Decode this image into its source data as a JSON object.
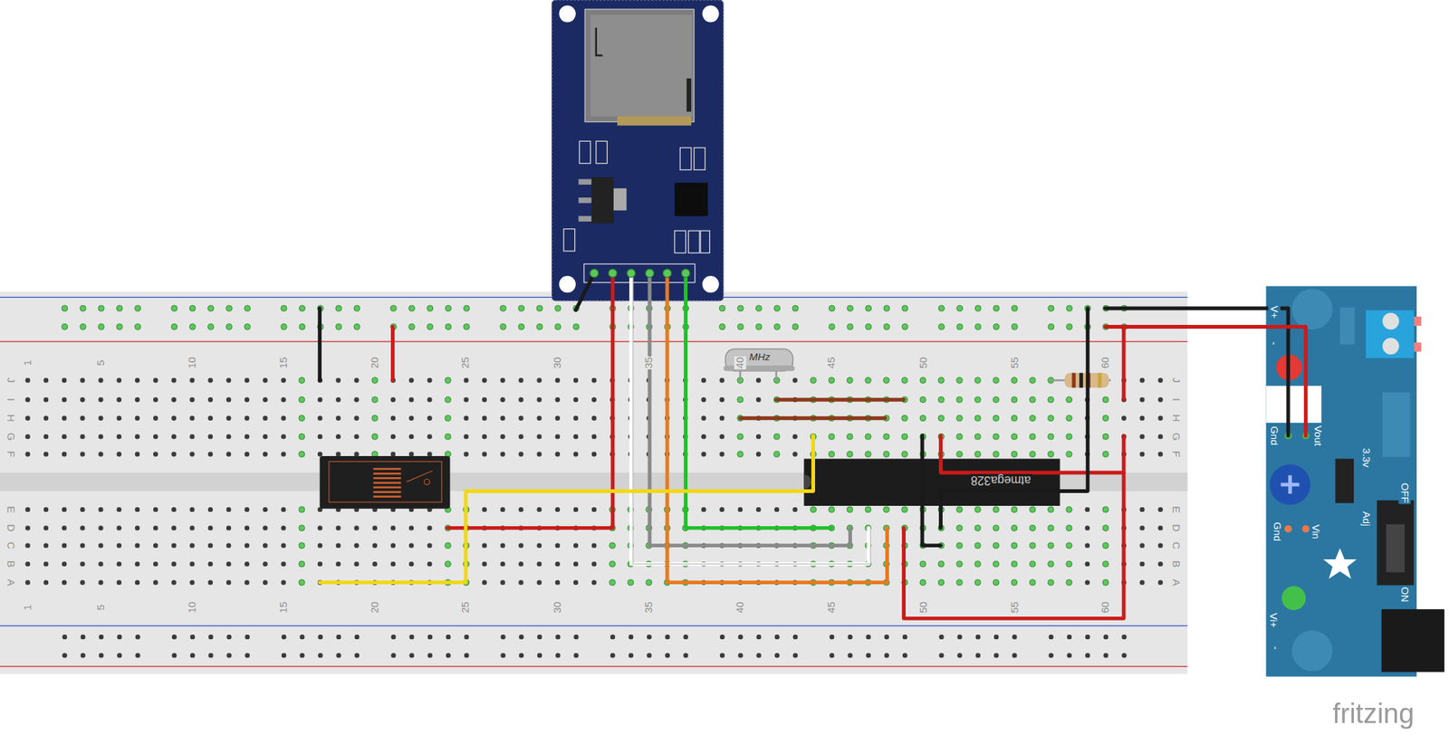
{
  "diagram": {
    "nodes": [
      {
        "text": [
          "1",
          "5",
          "10",
          "15",
          "20",
          "25",
          "30",
          "35",
          "40",
          "45",
          "50",
          "55",
          "60",
          "1",
          "5",
          "10",
          "15",
          "20",
          "25",
          "30",
          "35",
          "40",
          "45",
          "50",
          "55",
          "60",
          "J",
          "I",
          "H",
          "G",
          "F",
          "E",
          "D",
          "C",
          "B",
          "A",
          "J",
          "I",
          "H",
          "G",
          "F",
          "E",
          "D",
          "C",
          "B",
          "A"
        ]
      },
      {
        "text": [
          "MHz"
        ]
      },
      {
        "text": [
          "atmega328"
        ]
      },
      {
        "text": [
          "V+",
          "-",
          "Gnd",
          "Vout",
          "3.3v",
          "Adj",
          "OFF",
          "Gnd",
          "Vin",
          "ON",
          "Vi+",
          "-"
        ]
      }
    ],
    "labels": [
      "fritzing"
    ]
  }
}
